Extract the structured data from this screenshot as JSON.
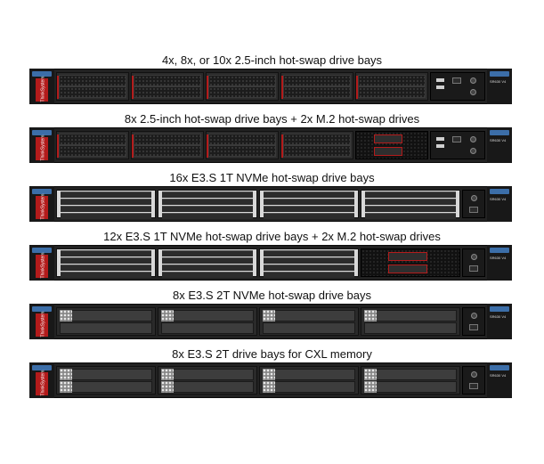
{
  "configurations": [
    {
      "caption": "4x, 8x, or 10x 2.5-inch hot-swap drive bays"
    },
    {
      "caption": "8x 2.5-inch hot-swap drive bays + 2x M.2 hot-swap drives"
    },
    {
      "caption": "16x E3.S 1T NVMe hot-swap drive bays"
    },
    {
      "caption": "12x E3.S 1T NVMe hot-swap drive bays + 2x M.2 hot-swap drives"
    },
    {
      "caption": "8x E3.S 2T NVMe hot-swap drive bays"
    },
    {
      "caption": "8x E3.S 2T drive bays for CXL memory"
    }
  ],
  "brand_label": "ThinkSystem",
  "model_label": "SR630 V4",
  "colors": {
    "accent_red": "#b31b1b",
    "badge_blue": "#3c6ea8",
    "chassis": "#222222",
    "background": "#ffffff"
  }
}
